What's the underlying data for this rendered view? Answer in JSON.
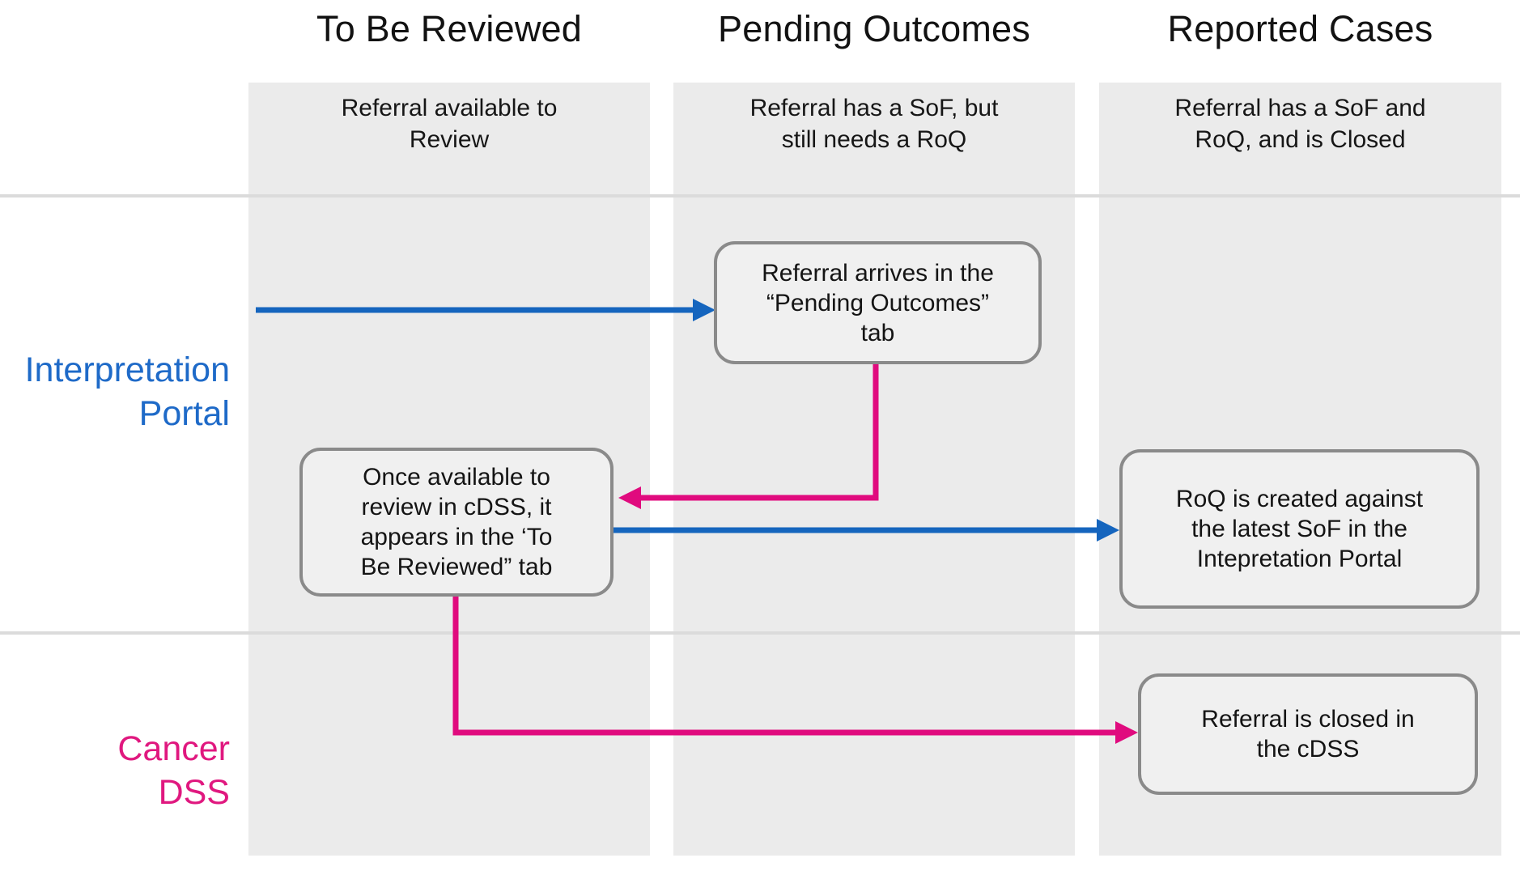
{
  "columns": [
    {
      "title": "To Be Reviewed",
      "subtitle_lines": [
        "Referral available to",
        "Review"
      ]
    },
    {
      "title": "Pending Outcomes",
      "subtitle_lines": [
        "Referral has a SoF, but",
        "still needs a RoQ"
      ]
    },
    {
      "title": "Reported Cases",
      "subtitle_lines": [
        "Referral has a SoF and",
        "RoQ, and is Closed"
      ]
    }
  ],
  "rows": [
    {
      "id": "interpretation-portal",
      "label_lines": [
        "Interpretation",
        "Portal"
      ],
      "color": "#1E6AC8"
    },
    {
      "id": "cancer-dss",
      "label_lines": [
        "Cancer",
        "DSS"
      ],
      "color": "#E0187F"
    }
  ],
  "nodes": [
    {
      "id": "referral-arrives-pending",
      "lines": [
        "Referral arrives in the",
        "“Pending Outcomes”",
        "tab"
      ]
    },
    {
      "id": "appears-in-to-be-reviewed",
      "lines": [
        "Once available to",
        "review in cDSS, it",
        "appears in the ‘To",
        "Be Reviewed” tab"
      ]
    },
    {
      "id": "roq-created",
      "lines": [
        "RoQ is created against",
        "the latest SoF in the",
        "Intepretation Portal"
      ]
    },
    {
      "id": "referral-closed",
      "lines": [
        "Referral is closed in",
        "the cDSS"
      ]
    }
  ],
  "arrows": [
    {
      "name": "referral-to-pending-outcomes-arrow",
      "color": "#1565BE",
      "from": "to-be-reviewed-lane",
      "to": "referral-arrives-pending"
    },
    {
      "name": "pending-to-to-be-reviewed-arrow",
      "color": "#E00B7E",
      "from": "referral-arrives-pending",
      "to": "appears-in-to-be-reviewed"
    },
    {
      "name": "to-be-reviewed-to-roq-arrow",
      "color": "#1565BE",
      "from": "appears-in-to-be-reviewed",
      "to": "roq-created"
    },
    {
      "name": "to-be-reviewed-to-closed-arrow",
      "color": "#E00B7E",
      "from": "appears-in-to-be-reviewed",
      "to": "referral-closed"
    }
  ],
  "colors": {
    "lane_background": "#EBEBEB",
    "node_background": "#F0F0F0",
    "node_border": "#8A8A8A",
    "divider": "#DBDBDB",
    "arrow_blue": "#1565BE",
    "arrow_pink": "#E00B7E",
    "text": "#141414"
  }
}
